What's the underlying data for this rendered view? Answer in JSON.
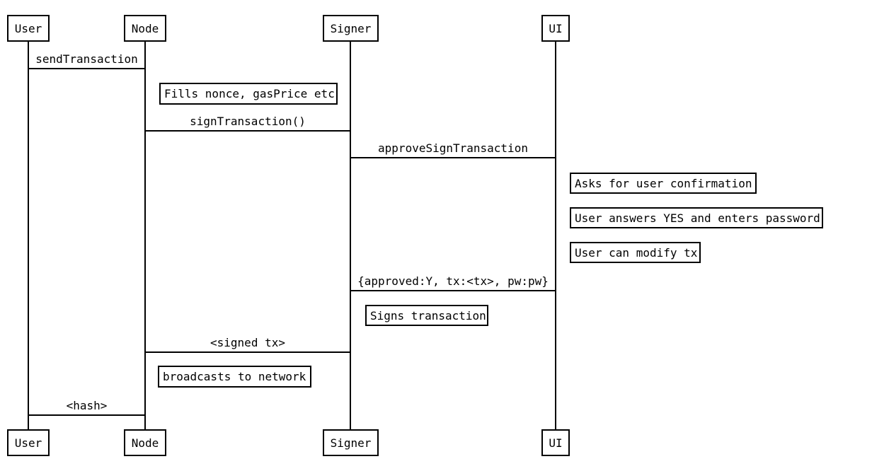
{
  "diagram": {
    "type": "sequence-diagram",
    "colors": {
      "background": "#ffffff",
      "stroke": "#000000",
      "text": "#000000"
    }
  },
  "actors": [
    {
      "label": "User"
    },
    {
      "label": "Node"
    },
    {
      "label": "Signer"
    },
    {
      "label": "UI"
    }
  ],
  "messages": [
    {
      "from": "User",
      "to": "Node",
      "label": "sendTransaction"
    },
    {
      "from": "Node",
      "to": "Signer",
      "label": "signTransaction()"
    },
    {
      "from": "Signer",
      "to": "UI",
      "label": "approveSignTransaction"
    },
    {
      "from": "UI",
      "to": "Signer",
      "label": "{approved:Y, tx:<tx>, pw:pw}"
    },
    {
      "from": "Signer",
      "to": "Node",
      "label": "<signed tx>"
    },
    {
      "from": "Node",
      "to": "User",
      "label": "<hash>"
    }
  ],
  "notes": [
    {
      "over": "Node",
      "label": "Fills nonce, gasPrice etc"
    },
    {
      "over": "UI",
      "label": "Asks for user confirmation"
    },
    {
      "over": "UI",
      "label": "User answers YES and enters password"
    },
    {
      "over": "UI",
      "label": "User can modify tx"
    },
    {
      "over": "Signer",
      "label": "Signs transaction"
    },
    {
      "over": "Node",
      "label": "broadcasts to network"
    }
  ]
}
